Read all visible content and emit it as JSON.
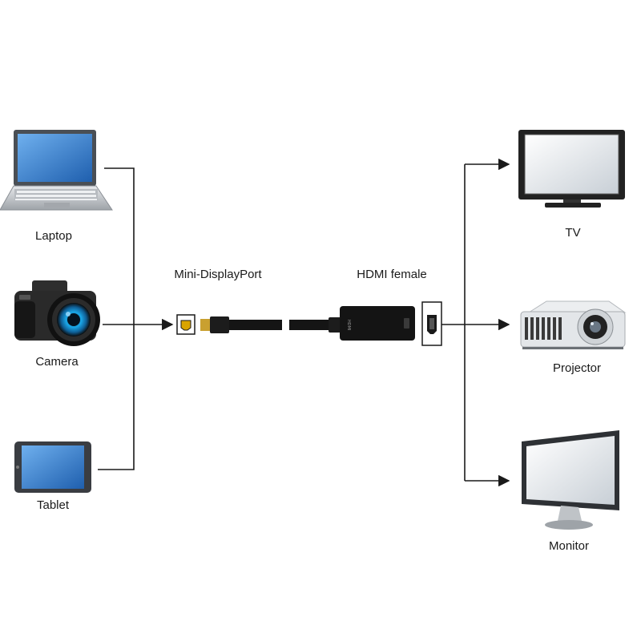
{
  "sources": [
    {
      "id": "laptop",
      "label": "Laptop"
    },
    {
      "id": "camera",
      "label": "Camera"
    },
    {
      "id": "tablet",
      "label": "Tablet"
    }
  ],
  "connectors": {
    "mini_displayport": {
      "label": "Mini-DisplayPort"
    },
    "hdmi_female": {
      "label": "HDMI female",
      "housing_text": "HDMI"
    }
  },
  "outputs": [
    {
      "id": "tv",
      "label": "TV"
    },
    {
      "id": "projector",
      "label": "Projector"
    },
    {
      "id": "monitor",
      "label": "Monitor"
    }
  ],
  "colors": {
    "line": "#1a1a1a",
    "screen_blue": "#3d7fc8",
    "camera_lens_blue": "#1aa7e8"
  }
}
